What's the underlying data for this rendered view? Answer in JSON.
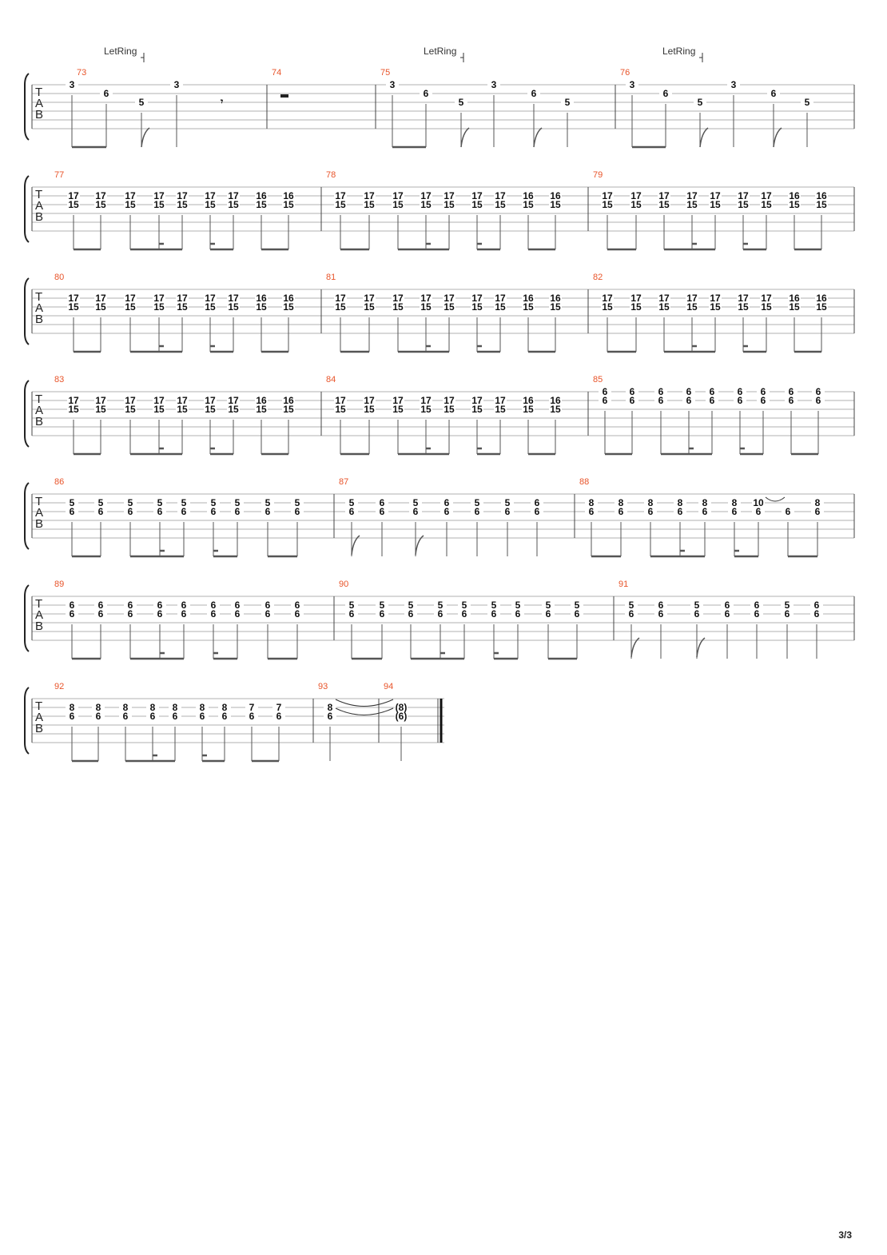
{
  "page_number": "3/3",
  "tab_clef_letters": [
    "T",
    "A",
    "B"
  ],
  "let_ring_text": "LetRing",
  "systems": [
    {
      "measures": [
        {
          "number": "73",
          "notes": [
            [
              "3"
            ],
            [
              "6"
            ],
            [
              "5"
            ],
            [
              "3"
            ]
          ],
          "rest": "eighth"
        },
        {
          "number": "74",
          "notes": [],
          "rest": "whole"
        },
        {
          "number": "75",
          "notes": [
            [
              "3"
            ],
            [
              "6"
            ],
            [
              "5"
            ],
            [
              "3"
            ],
            [
              "6"
            ],
            [
              "5"
            ]
          ]
        },
        {
          "number": "76",
          "notes": [
            [
              "3"
            ],
            [
              "6"
            ],
            [
              "5"
            ],
            [
              "3"
            ],
            [
              "6"
            ],
            [
              "5"
            ]
          ]
        }
      ]
    },
    {
      "measures": [
        {
          "number": "77",
          "notes": [
            [
              "17",
              "15"
            ],
            [
              "17",
              "15"
            ],
            [
              "17",
              "15"
            ],
            [
              "17",
              "15"
            ],
            [
              "17",
              "15"
            ],
            [
              "17",
              "15"
            ],
            [
              "17",
              "15"
            ],
            [
              "16",
              "15"
            ],
            [
              "16",
              "15"
            ]
          ]
        },
        {
          "number": "78",
          "notes": [
            [
              "17",
              "15"
            ],
            [
              "17",
              "15"
            ],
            [
              "17",
              "15"
            ],
            [
              "17",
              "15"
            ],
            [
              "17",
              "15"
            ],
            [
              "17",
              "15"
            ],
            [
              "17",
              "15"
            ],
            [
              "16",
              "15"
            ],
            [
              "16",
              "15"
            ]
          ]
        },
        {
          "number": "79",
          "notes": [
            [
              "17",
              "15"
            ],
            [
              "17",
              "15"
            ],
            [
              "17",
              "15"
            ],
            [
              "17",
              "15"
            ],
            [
              "17",
              "15"
            ],
            [
              "17",
              "15"
            ],
            [
              "17",
              "15"
            ],
            [
              "16",
              "15"
            ],
            [
              "16",
              "15"
            ]
          ]
        }
      ]
    },
    {
      "measures": [
        {
          "number": "80",
          "notes": [
            [
              "17",
              "15"
            ],
            [
              "17",
              "15"
            ],
            [
              "17",
              "15"
            ],
            [
              "17",
              "15"
            ],
            [
              "17",
              "15"
            ],
            [
              "17",
              "15"
            ],
            [
              "17",
              "15"
            ],
            [
              "16",
              "15"
            ],
            [
              "16",
              "15"
            ]
          ]
        },
        {
          "number": "81",
          "notes": [
            [
              "17",
              "15"
            ],
            [
              "17",
              "15"
            ],
            [
              "17",
              "15"
            ],
            [
              "17",
              "15"
            ],
            [
              "17",
              "15"
            ],
            [
              "17",
              "15"
            ],
            [
              "17",
              "15"
            ],
            [
              "16",
              "15"
            ],
            [
              "16",
              "15"
            ]
          ]
        },
        {
          "number": "82",
          "notes": [
            [
              "17",
              "15"
            ],
            [
              "17",
              "15"
            ],
            [
              "17",
              "15"
            ],
            [
              "17",
              "15"
            ],
            [
              "17",
              "15"
            ],
            [
              "17",
              "15"
            ],
            [
              "17",
              "15"
            ],
            [
              "16",
              "15"
            ],
            [
              "16",
              "15"
            ]
          ]
        }
      ]
    },
    {
      "measures": [
        {
          "number": "83",
          "notes": [
            [
              "17",
              "15"
            ],
            [
              "17",
              "15"
            ],
            [
              "17",
              "15"
            ],
            [
              "17",
              "15"
            ],
            [
              "17",
              "15"
            ],
            [
              "17",
              "15"
            ],
            [
              "17",
              "15"
            ],
            [
              "16",
              "15"
            ],
            [
              "16",
              "15"
            ]
          ]
        },
        {
          "number": "84",
          "notes": [
            [
              "17",
              "15"
            ],
            [
              "17",
              "15"
            ],
            [
              "17",
              "15"
            ],
            [
              "17",
              "15"
            ],
            [
              "17",
              "15"
            ],
            [
              "17",
              "15"
            ],
            [
              "17",
              "15"
            ],
            [
              "16",
              "15"
            ],
            [
              "16",
              "15"
            ]
          ]
        },
        {
          "number": "85",
          "notes": [
            [
              "6",
              "6"
            ],
            [
              "6",
              "6"
            ],
            [
              "6",
              "6"
            ],
            [
              "6",
              "6"
            ],
            [
              "6",
              "6"
            ],
            [
              "6",
              "6"
            ],
            [
              "6",
              "6"
            ],
            [
              "6",
              "6"
            ],
            [
              "6",
              "6"
            ]
          ]
        }
      ]
    },
    {
      "measures": [
        {
          "number": "86",
          "notes": [
            [
              "5",
              "6"
            ],
            [
              "5",
              "6"
            ],
            [
              "5",
              "6"
            ],
            [
              "5",
              "6"
            ],
            [
              "5",
              "6"
            ],
            [
              "5",
              "6"
            ],
            [
              "5",
              "6"
            ],
            [
              "5",
              "6"
            ],
            [
              "5",
              "6"
            ]
          ]
        },
        {
          "number": "87",
          "notes": [
            [
              "5",
              "6"
            ],
            [
              "6",
              "6"
            ],
            [
              "5",
              "6"
            ],
            [
              "6",
              "6"
            ],
            [
              "5",
              "6"
            ],
            [
              "5",
              "6"
            ],
            [
              "6",
              "6"
            ]
          ]
        },
        {
          "number": "88",
          "notes": [
            [
              "8",
              "6"
            ],
            [
              "8",
              "6"
            ],
            [
              "8",
              "6"
            ],
            [
              "8",
              "6"
            ],
            [
              "8",
              "6"
            ],
            [
              "8",
              "6"
            ],
            [
              "10",
              "6"
            ],
            [
              "6"
            ],
            [
              "8",
              "6"
            ]
          ]
        }
      ]
    },
    {
      "measures": [
        {
          "number": "89",
          "notes": [
            [
              "6",
              "6"
            ],
            [
              "6",
              "6"
            ],
            [
              "6",
              "6"
            ],
            [
              "6",
              "6"
            ],
            [
              "6",
              "6"
            ],
            [
              "6",
              "6"
            ],
            [
              "6",
              "6"
            ],
            [
              "6",
              "6"
            ],
            [
              "6",
              "6"
            ]
          ]
        },
        {
          "number": "90",
          "notes": [
            [
              "5",
              "6"
            ],
            [
              "5",
              "6"
            ],
            [
              "5",
              "6"
            ],
            [
              "5",
              "6"
            ],
            [
              "5",
              "6"
            ],
            [
              "5",
              "6"
            ],
            [
              "5",
              "6"
            ],
            [
              "5",
              "6"
            ],
            [
              "5",
              "6"
            ]
          ]
        },
        {
          "number": "91",
          "notes": [
            [
              "5",
              "6"
            ],
            [
              "6",
              "6"
            ],
            [
              "5",
              "6"
            ],
            [
              "6",
              "6"
            ],
            [
              "6",
              "6"
            ],
            [
              "5",
              "6"
            ],
            [
              "6",
              "6"
            ]
          ]
        }
      ]
    },
    {
      "measures": [
        {
          "number": "92",
          "notes": [
            [
              "8",
              "6"
            ],
            [
              "8",
              "6"
            ],
            [
              "8",
              "6"
            ],
            [
              "8",
              "6"
            ],
            [
              "8",
              "6"
            ],
            [
              "8",
              "6"
            ],
            [
              "8",
              "6"
            ],
            [
              "7",
              "6"
            ],
            [
              "7",
              "6"
            ]
          ]
        },
        {
          "number": "93",
          "notes": [
            [
              "8",
              "6"
            ]
          ]
        },
        {
          "number": "94",
          "notes": [
            [
              "(8)",
              "(6)"
            ]
          ]
        }
      ]
    }
  ]
}
